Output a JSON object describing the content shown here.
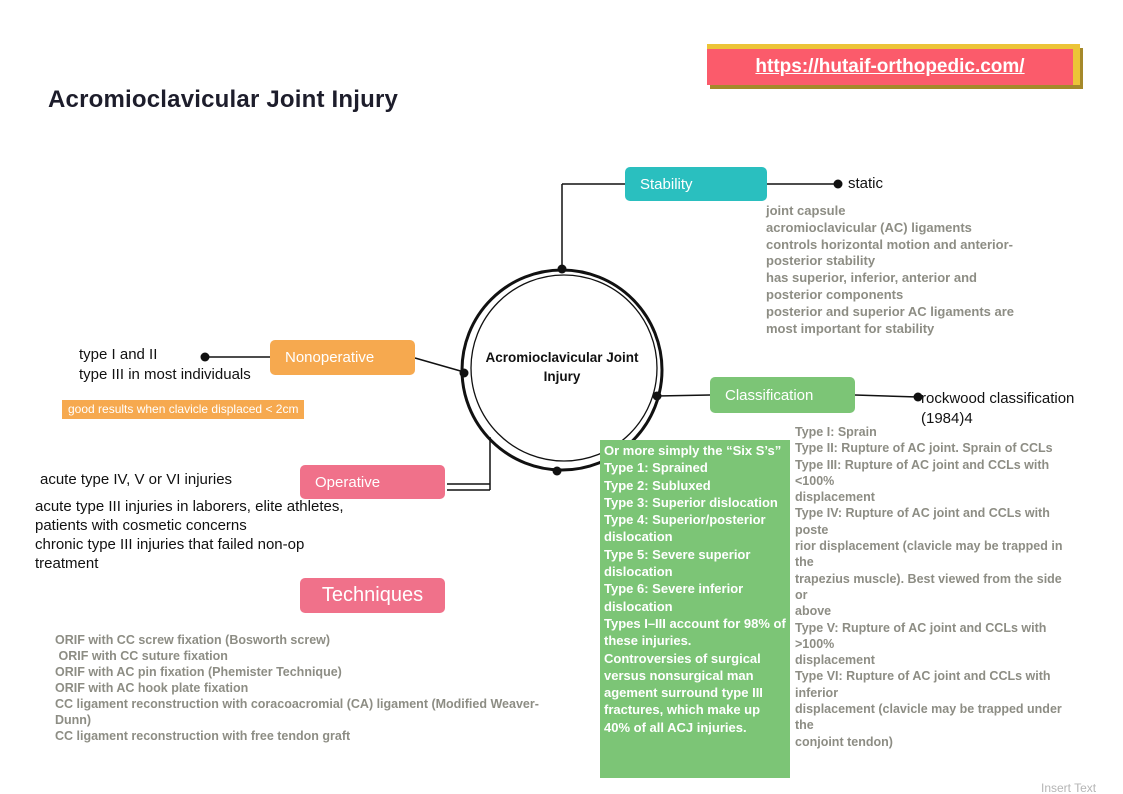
{
  "page_title": "Acromioclavicular Joint Injury",
  "banner": {
    "url_text": "https://hutaif-orthopedic.com/"
  },
  "watermark": "Insert Text",
  "center_node": {
    "label_line1": "Acromioclavicular Joint",
    "label_line2": "Injury"
  },
  "stability": {
    "label": "Stability",
    "leaf": "static",
    "notes": [
      "joint capsule",
      "acromioclavicular (AC) ligaments",
      "controls horizontal motion and anterior-",
      "posterior stability",
      "has superior, inferior, anterior and",
      "posterior components",
      "posterior and superior AC ligaments are",
      "most important for stability"
    ]
  },
  "nonoperative": {
    "label": "Nonoperative",
    "indications": [
      "type I and II",
      "type III in most individuals"
    ],
    "highlight": "good results when clavicle displaced < 2cm"
  },
  "classification": {
    "label": "Classification",
    "leaf": "rockwood classification (1984)4",
    "notes": [
      "Type I: Sprain",
      "Type II: Rupture of AC joint. Sprain of CCLs",
      "Type III: Rupture of AC joint and CCLs with",
      "<100%",
      "displacement",
      "Type IV: Rupture of AC joint and CCLs with",
      "poste",
      "rior displacement (clavicle may be trapped in",
      "the",
      "trapezius muscle). Best viewed from the side",
      "or",
      "above",
      "Type V: Rupture of AC joint and CCLs with",
      ">100%",
      "displacement",
      "Type VI: Rupture of AC joint and CCLs with",
      "inferior",
      "displacement (clavicle may be trapped under",
      "the",
      "conjoint tendon)"
    ]
  },
  "six_s": {
    "lines": [
      "Or more simply the “Six S’s”",
      "Type 1: Sprained",
      "Type 2: Subluxed",
      "Type 3: Superior dislocation",
      "Type 4: Superior/posterior dislocation",
      "Type 5: Severe superior dislocation",
      "Type 6: Severe inferior dislocation",
      "Types I–III account for 98% of these injuries.",
      "Controversies of surgical versus nonsurgical man",
      "agement surround type III fractures, which make up",
      "40% of all ACJ injuries."
    ]
  },
  "operative": {
    "label": "Operative",
    "leaf": "acute type IV, V or VI injuries",
    "indications": [
      "acute type III injuries in laborers, elite athletes,",
      "patients with cosmetic concerns",
      "chronic type III injuries that failed non-op",
      "treatment"
    ]
  },
  "techniques": {
    "label": "Techniques",
    "items": [
      "ORIF with CC screw fixation (Bosworth screw)",
      " ORIF with CC suture fixation",
      "ORIF with AC pin fixation (Phemister Technique)",
      "ORIF with AC hook plate fixation",
      "CC ligament reconstruction with coracoacromial (CA) ligament (Modified Weaver-Dunn)",
      "CC ligament reconstruction with free tendon graft"
    ]
  },
  "colors": {
    "teal": "#2abfbf",
    "orange": "#f6a94f",
    "green": "#7cc576",
    "pink": "#f0718a",
    "banner_pink": "#fb5b6b",
    "banner_gold": "#ecc437",
    "note_gray": "#8d8d84"
  }
}
